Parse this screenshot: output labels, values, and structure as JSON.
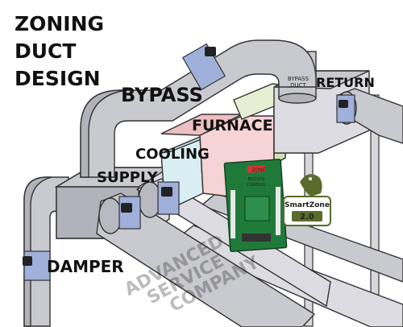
{
  "title_lines": [
    "ZONING",
    "DUCT",
    "DESIGN"
  ],
  "labels": {
    "bypass": "BYPASS",
    "bypass_duct_top": "BYPASS",
    "bypass_duct_bottom": "DUCT",
    "return": "RETURN",
    "furnace": "FURNACE",
    "cooling": "COOLING",
    "supply": "SUPPLY",
    "damper": "DAMPER"
  },
  "board": {
    "header": "ZONE",
    "line1": "ECOSYS",
    "line2": "CONTROL"
  },
  "badge": {
    "name": "SmartZone",
    "version": "2.0"
  },
  "watermark": [
    "ADVANCED",
    "SERVICE",
    "COMPANY"
  ],
  "colors": {
    "furnace": "#f6d3d4",
    "cooling": "#d8eef3",
    "filter": "#e6efd2",
    "board": "#1f7a3a",
    "badge": "#5a6b2c",
    "damper_band": "#9fb0da"
  }
}
